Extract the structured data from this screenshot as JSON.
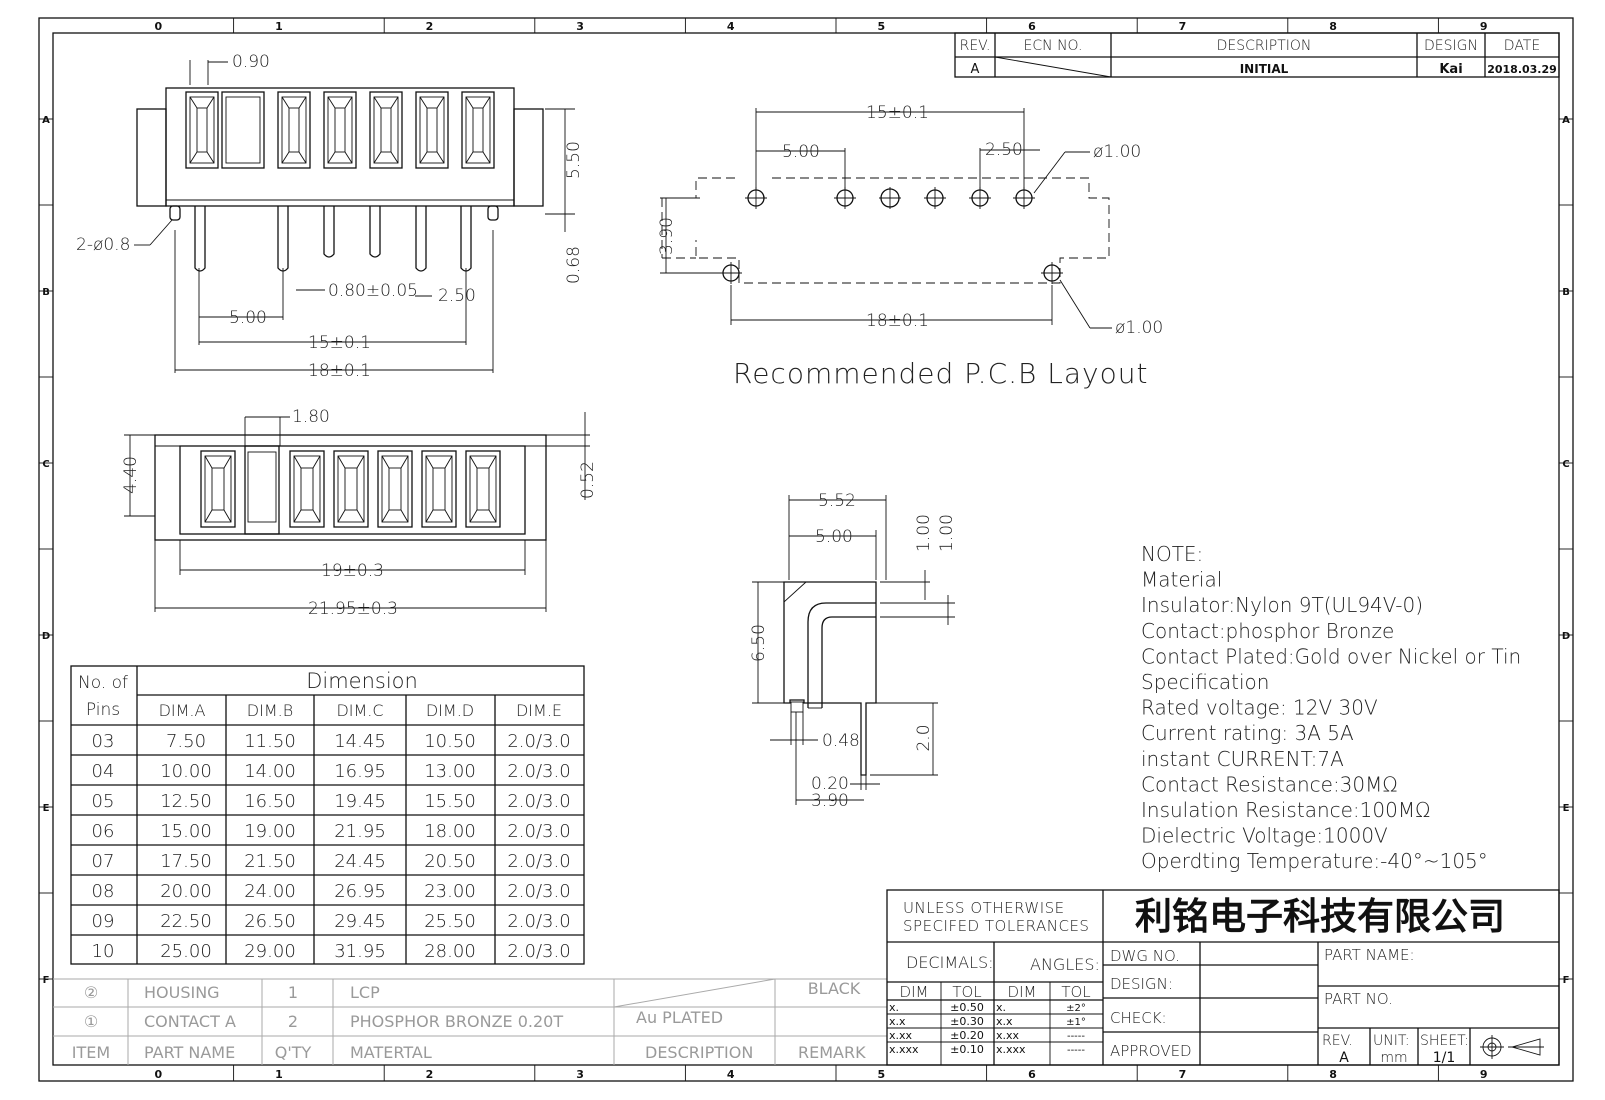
{
  "frame": {
    "zone_cols": [
      "0",
      "1",
      "2",
      "3",
      "4",
      "5",
      "6",
      "7",
      "8",
      "9"
    ],
    "zone_rows": [
      "A",
      "B",
      "C",
      "D",
      "E",
      "F"
    ]
  },
  "revision_block": {
    "headers": {
      "rev": "REV.",
      "ecn": "ECN  NO.",
      "description": "DESCRIPTION",
      "design": "DESIGN",
      "date": "DATE"
    },
    "row": {
      "rev": "A",
      "ecn": "",
      "description": "INITIAL",
      "design": "Kai",
      "date": "2018.03.29"
    }
  },
  "top_view": {
    "dims": {
      "pitch_w": "0.90",
      "height": "5.50",
      "pin_len": "0.68",
      "holes": "2-ø0.8",
      "a": "5.00",
      "pin_d": "0.80±0.05",
      "b": "2.50",
      "c": "15±0.1",
      "d": "18±0.1"
    }
  },
  "front_view": {
    "dims": {
      "gap": "1.80",
      "h": "4.40",
      "t": "0.52",
      "inner": "19±0.3",
      "outer": "21.95±0.3"
    }
  },
  "pcb_layout": {
    "title": "Recommended P.C.B Layout",
    "dims": {
      "span": "15±0.1",
      "a": "5.00",
      "b": "2.50",
      "hole_top": "ø1.00",
      "h": "3.90",
      "span2": "18±0.1",
      "hole_bot": "ø1.00"
    }
  },
  "side_view": {
    "dims": {
      "w1": "5.52",
      "w2": "5.00",
      "r1": "1.00",
      "r2": "1.00",
      "h": "6.50",
      "p": "2.0",
      "t1": "0.48",
      "t2": "0.20",
      "base": "3.90"
    }
  },
  "notes": [
    "NOTE:",
    "Material",
    "Insulator:Nylon  9T(UL94V-0)",
    "Contact:phosphor  Bronze",
    "Contact  Plated:Gold  over  Nickel  or  Tin",
    "Specification",
    "Rated  voltage: 12V  30V",
    " Current  rating:  3A    5A",
    "instant  CURRENT:7A",
    "Contact  Resistance:30MΩ",
    "Insulation  Resistance:100MΩ",
    "Dielectric  Voltage:1000V",
    "Operdting  Temperature:-40°~105°"
  ],
  "dimension_table": {
    "corner": [
      "No.  of",
      "Pins"
    ],
    "group_header": "Dimension",
    "columns": [
      "DIM.A",
      "DIM.B",
      "DIM.C",
      "DIM.D",
      "DIM.E"
    ],
    "rows": [
      [
        "03",
        "7.50",
        "11.50",
        "14.45",
        "10.50",
        "2.0/3.0"
      ],
      [
        "04",
        "10.00",
        "14.00",
        "16.95",
        "13.00",
        "2.0/3.0"
      ],
      [
        "05",
        "12.50",
        "16.50",
        "19.45",
        "15.50",
        "2.0/3.0"
      ],
      [
        "06",
        "15.00",
        "19.00",
        "21.95",
        "18.00",
        "2.0/3.0"
      ],
      [
        "07",
        "17.50",
        "21.50",
        "24.45",
        "20.50",
        "2.0/3.0"
      ],
      [
        "08",
        "20.00",
        "24.00",
        "26.95",
        "23.00",
        "2.0/3.0"
      ],
      [
        "09",
        "22.50",
        "26.50",
        "29.45",
        "25.50",
        "2.0/3.0"
      ],
      [
        "10",
        "25.00",
        "29.00",
        "31.95",
        "28.00",
        "2.0/3.0"
      ]
    ]
  },
  "bom": {
    "rows": [
      {
        "item": "②",
        "part": "HOUSING",
        "qty": "1",
        "material": "LCP",
        "desc": "",
        "remark": "BLACK"
      },
      {
        "item": "①",
        "part": "CONTACT  A",
        "qty": "2",
        "material": "PHOSPHOR  BRONZE  0.20T",
        "desc": "Au  PLATED",
        "remark": ""
      }
    ],
    "header": {
      "item": "ITEM",
      "part": "PART  NAME",
      "qty": "Q'TY",
      "material": "MATERTAL",
      "desc": "DESCRIPTION",
      "remark": "REMARK"
    }
  },
  "title_block": {
    "tolerance_title": [
      "UNLESS  OTHERWISE",
      "SPECIFED  TOLERANCES"
    ],
    "company": "利铭电子科技有限公司",
    "decimals": "DECIMALS:",
    "angles": "ANGLES:",
    "tol_head": [
      "DIM",
      "TOL",
      "DIM",
      "TOL"
    ],
    "tol_rows": [
      [
        "x.",
        "±0.50",
        "x.",
        "±2°"
      ],
      [
        "x.x",
        "±0.30",
        "x.x",
        "±1°"
      ],
      [
        "x.xx",
        "±0.20",
        "x.xx",
        "-----"
      ],
      [
        "x.xxx",
        "±0.10",
        "x.xxx",
        "-----"
      ]
    ],
    "dwg_no": "DWG  NO.",
    "design": "DESIGN:",
    "check": "CHECK:",
    "approved": "APPROVED",
    "part_name": "PART  NAME:",
    "part_no": "PART  NO.",
    "rev_label": "REV.",
    "rev_value": "A",
    "unit_label": "UNIT:",
    "unit_value": "mm",
    "sheet_label": "SHEET:",
    "sheet_value": "1/1"
  }
}
